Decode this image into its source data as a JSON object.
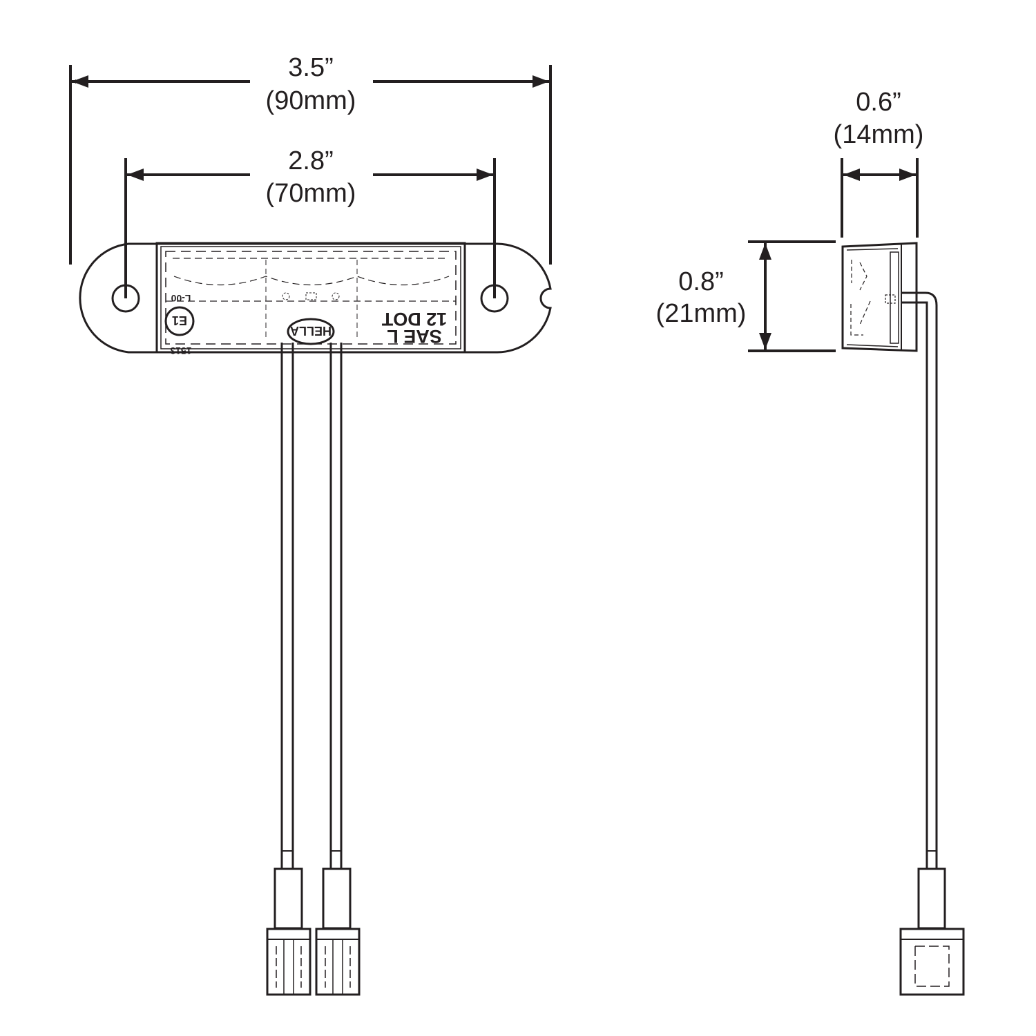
{
  "dimensions": {
    "overall_length": {
      "inches": "3.5”",
      "mm": "(90mm)"
    },
    "mounting_holes": {
      "inches": "2.8”",
      "mm": "(70mm)"
    },
    "depth": {
      "inches": "0.6”",
      "mm": "(14mm)"
    },
    "height": {
      "inches": "0.8”",
      "mm": "(21mm)"
    }
  },
  "lens_markings": {
    "sae": "SAE  L",
    "dot": "12 DOT",
    "code": "1513",
    "approval": "E1",
    "model": "L-00",
    "brand": "HELLA"
  },
  "colors": {
    "line": "#231f20",
    "background": "#ffffff"
  }
}
